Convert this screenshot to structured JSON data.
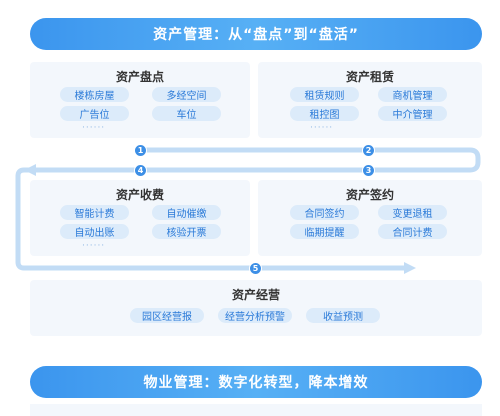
{
  "banner_top": "资产管理：从“盘点”到“盘活”",
  "banner_bottom": "物业管理：数字化转型，降本增效",
  "panels": {
    "inventory": {
      "title": "资产盘点",
      "items": [
        "楼栋房屋",
        "多经空间",
        "广告位",
        "车位"
      ],
      "more": "······"
    },
    "leasing": {
      "title": "资产租赁",
      "items": [
        "租赁规则",
        "商机管理",
        "租控图",
        "中介管理"
      ],
      "more": "······"
    },
    "charging": {
      "title": "资产收费",
      "items": [
        "智能计费",
        "自动催缴",
        "自动出账",
        "核验开票"
      ],
      "more": "······"
    },
    "signing": {
      "title": "资产签约",
      "items": [
        "合同签约",
        "变更退租",
        "临期提醒",
        "合同计费"
      ]
    },
    "operation": {
      "title": "资产经营",
      "items": [
        "园区经营报",
        "经营分析预警",
        "收益预测"
      ]
    }
  },
  "steps": [
    "1",
    "2",
    "3",
    "4",
    "5"
  ],
  "colors": {
    "accent": "#3b95ee",
    "flow": "#c2dcf5",
    "pill_bg": "#dcebfa",
    "pill_text": "#2a7ad8"
  }
}
